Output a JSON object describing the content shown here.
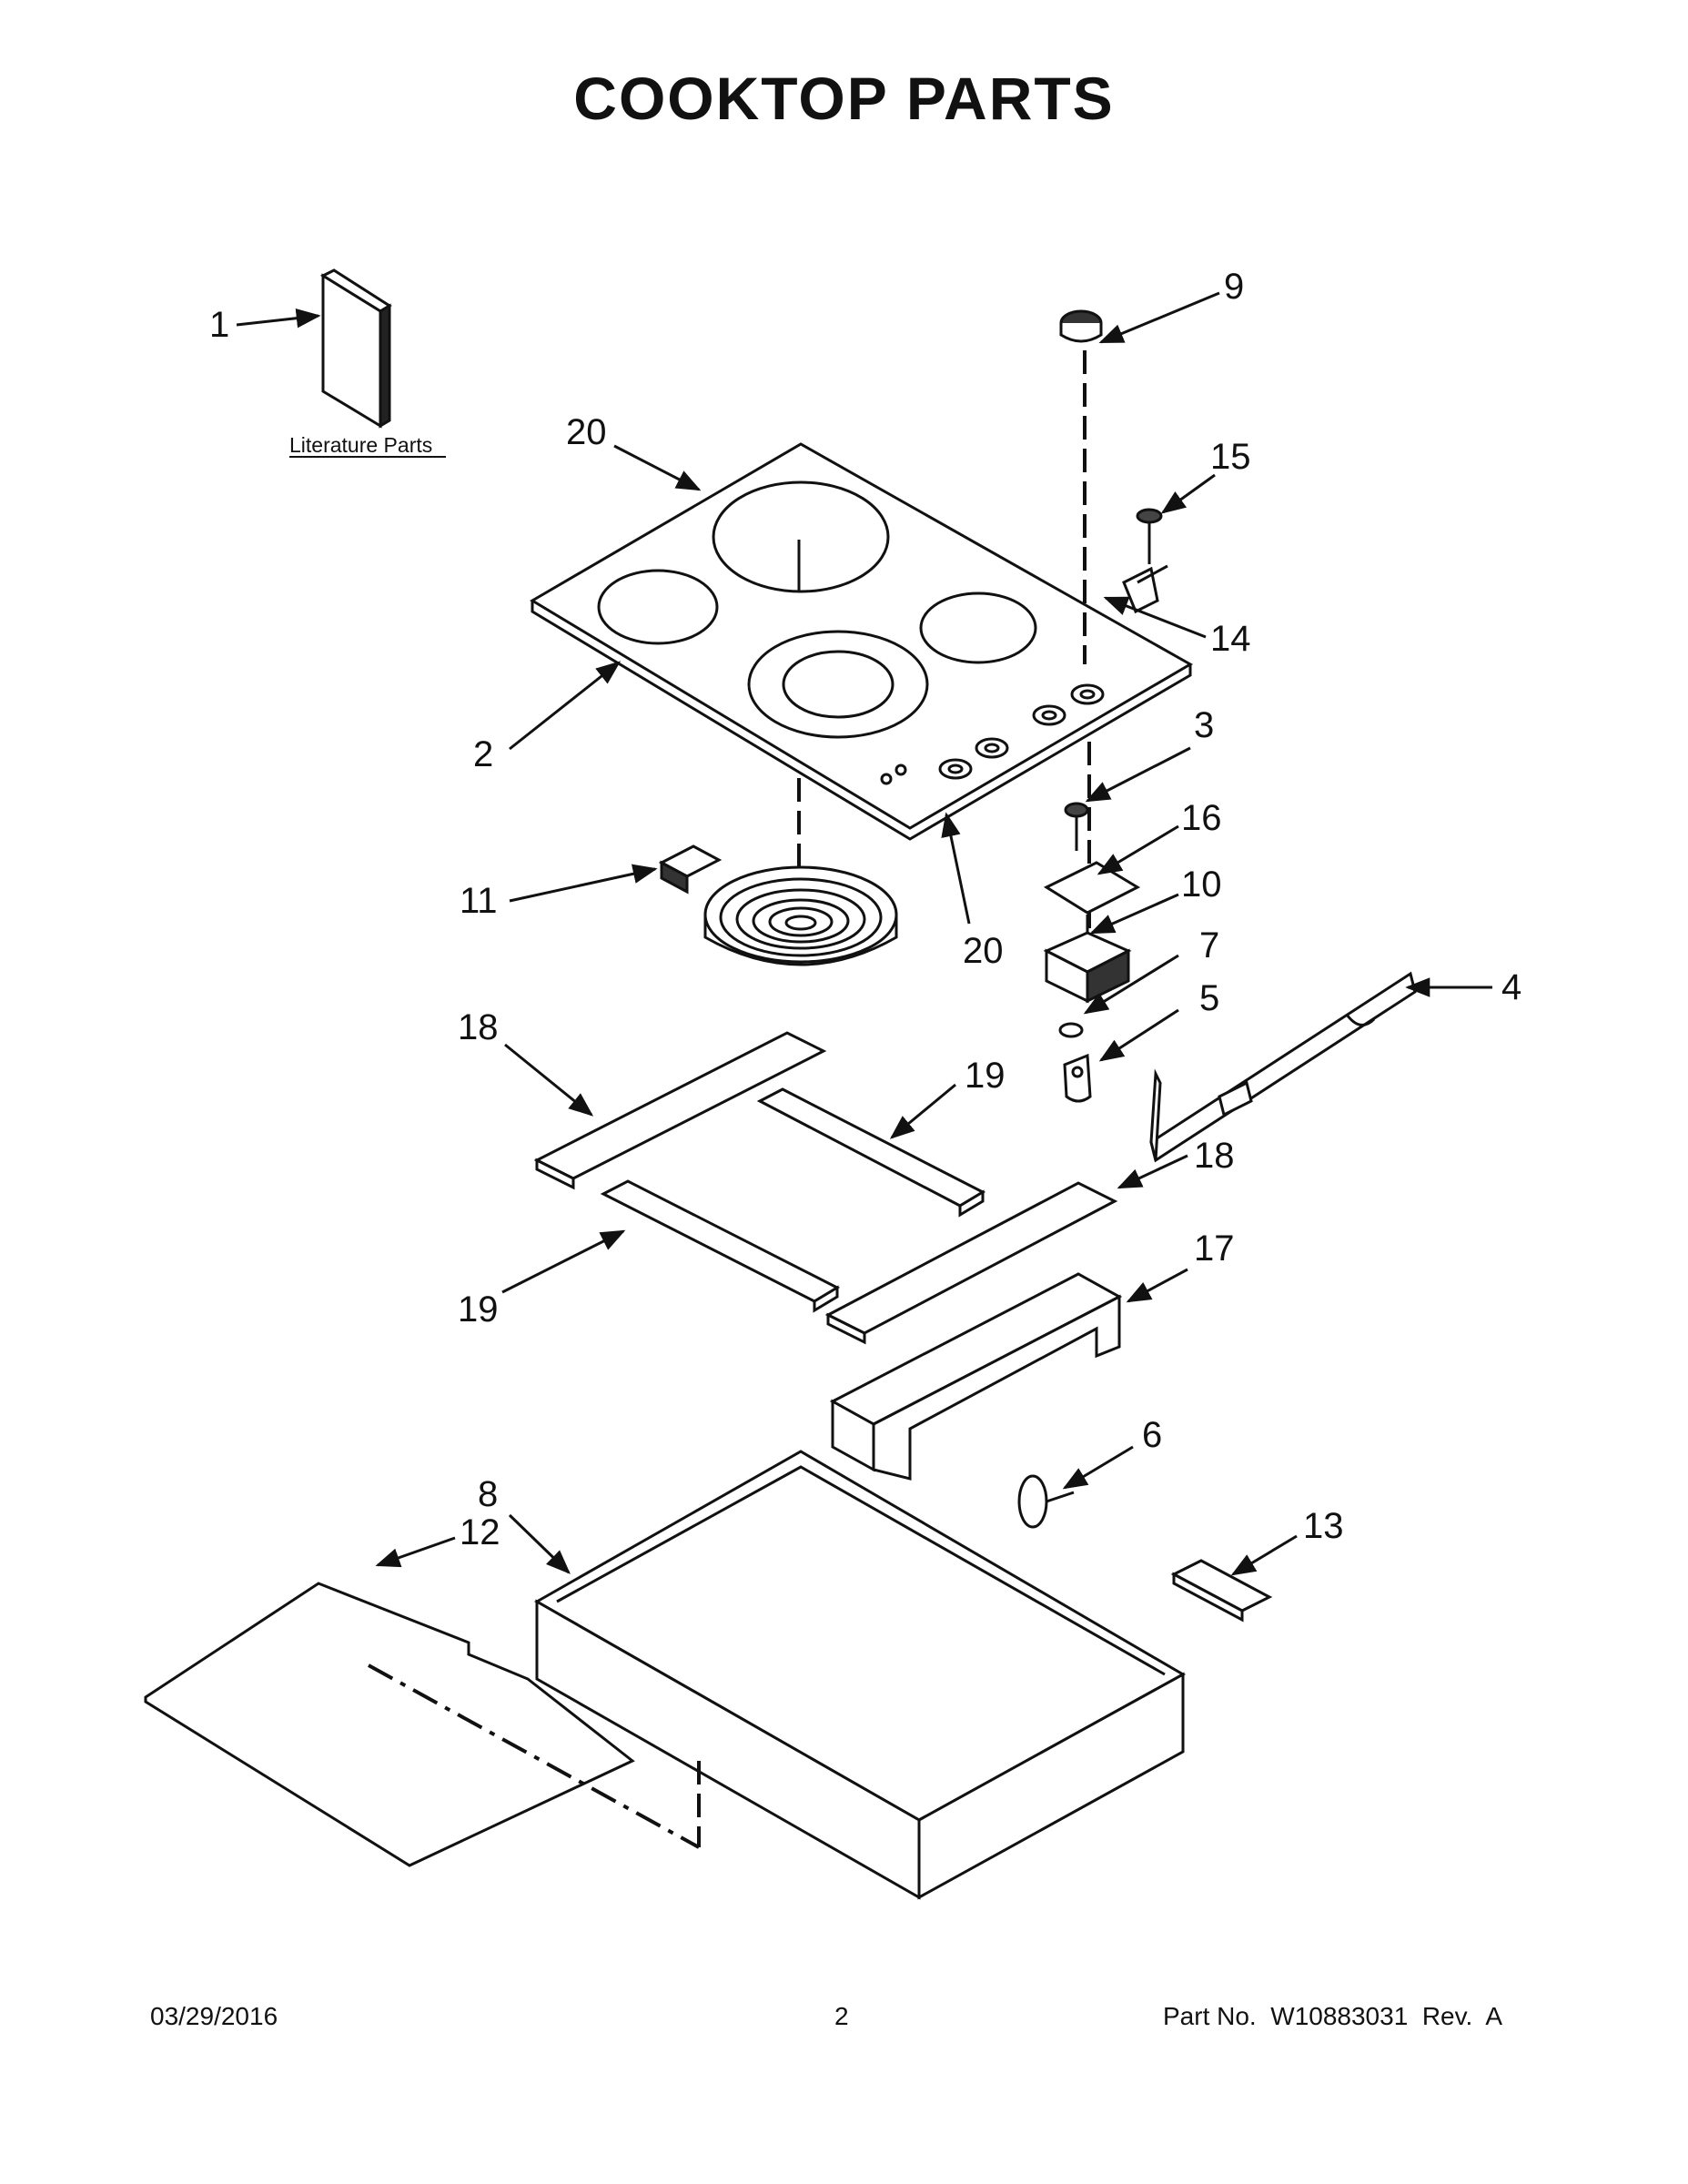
{
  "title": "COOKTOP PARTS",
  "literature_label": "Literature Parts",
  "callouts": [
    "1",
    "20",
    "9",
    "15",
    "14",
    "2",
    "3",
    "16",
    "10",
    "7",
    "5",
    "4",
    "11",
    "20",
    "18",
    "19",
    "18",
    "19",
    "17",
    "6",
    "8",
    "12",
    "13"
  ],
  "footer": {
    "date": "03/29/2016",
    "page": "2",
    "part_no": "Part No.  W10883031  Rev.  A"
  }
}
